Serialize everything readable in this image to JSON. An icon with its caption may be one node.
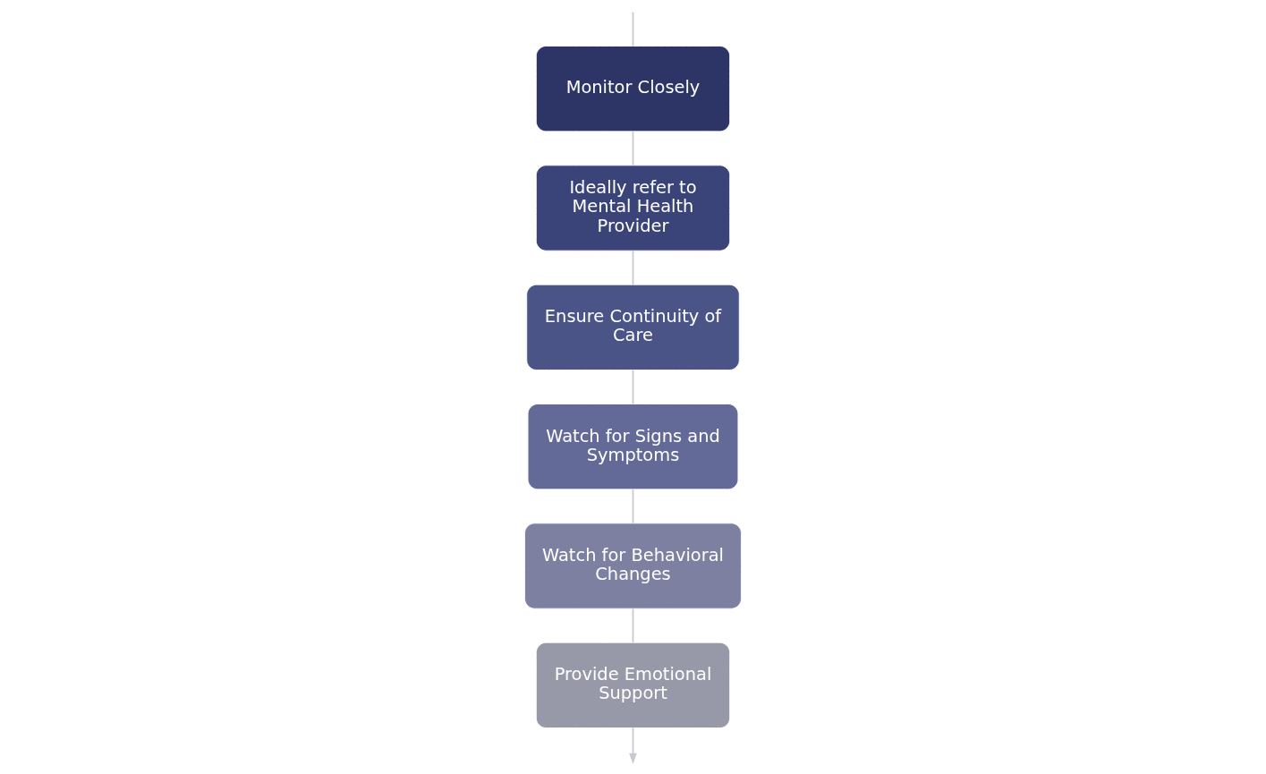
{
  "diagram": {
    "nodes": [
      {
        "text": [
          "Monitor Closely"
        ]
      },
      {
        "text": [
          "Ideally refer to Mental Health Provider"
        ]
      },
      {
        "text": [
          "Ensure Continuity of Care"
        ]
      },
      {
        "text": [
          "Watch for Signs and Symptoms"
        ]
      },
      {
        "text": [
          "Watch for Behavioral Changes"
        ]
      },
      {
        "text": [
          "Provide Emotional Support"
        ]
      }
    ],
    "edges": [
      {
        "from": null,
        "to": 0,
        "arrow": "none"
      },
      {
        "from": 0,
        "to": 1,
        "arrow": "none"
      },
      {
        "from": 1,
        "to": 2,
        "arrow": "none"
      },
      {
        "from": 2,
        "to": 3,
        "arrow": "none"
      },
      {
        "from": 3,
        "to": 4,
        "arrow": "none"
      },
      {
        "from": 4,
        "to": 5,
        "arrow": "none"
      },
      {
        "from": 5,
        "to": null,
        "arrow": "to"
      }
    ]
  }
}
